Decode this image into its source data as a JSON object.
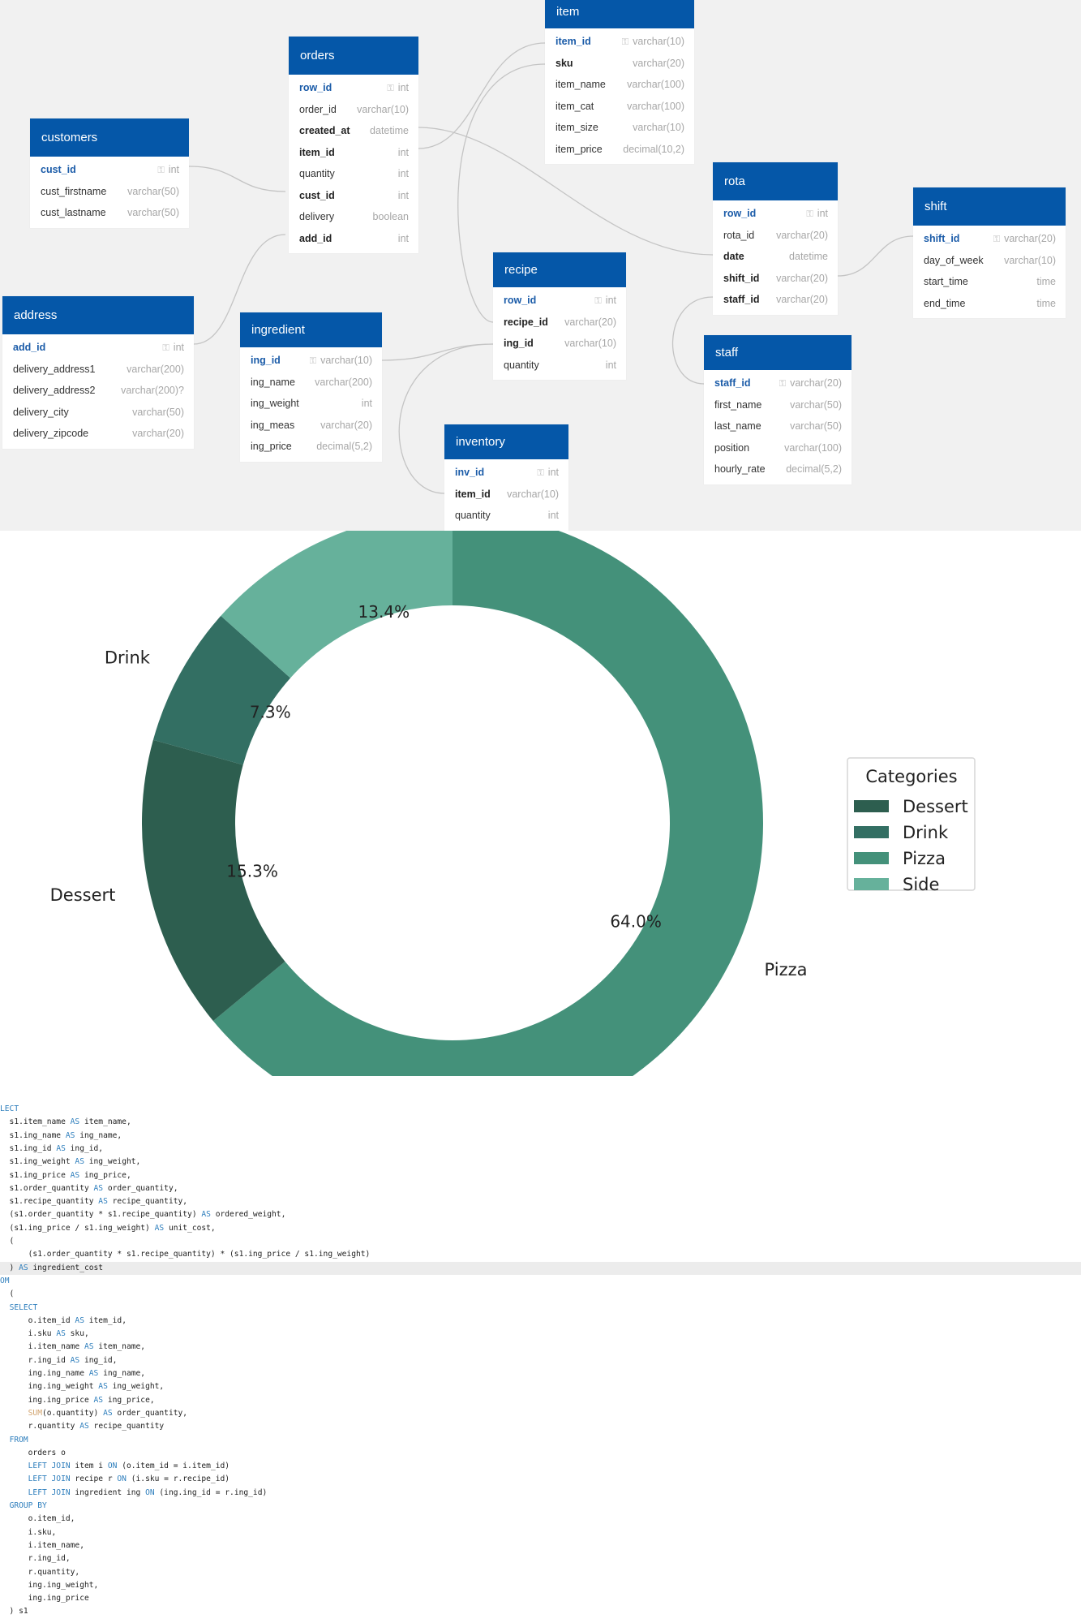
{
  "schema": {
    "tables": [
      {
        "name": "customers",
        "columns": [
          {
            "name": "cust_id",
            "type": "int",
            "key": true
          },
          {
            "name": "cust_firstname",
            "type": "varchar(50)"
          },
          {
            "name": "cust_lastname",
            "type": "varchar(50)"
          }
        ]
      },
      {
        "name": "orders",
        "columns": [
          {
            "name": "row_id",
            "type": "int",
            "key": true
          },
          {
            "name": "order_id",
            "type": "varchar(10)"
          },
          {
            "name": "created_at",
            "type": "datetime",
            "bold": true
          },
          {
            "name": "item_id",
            "type": "int",
            "bold": true
          },
          {
            "name": "quantity",
            "type": "int"
          },
          {
            "name": "cust_id",
            "type": "int",
            "bold": true
          },
          {
            "name": "delivery",
            "type": "boolean"
          },
          {
            "name": "add_id",
            "type": "int",
            "bold": true
          }
        ]
      },
      {
        "name": "item",
        "columns": [
          {
            "name": "item_id",
            "type": "varchar(10)",
            "key": true
          },
          {
            "name": "sku",
            "type": "varchar(20)",
            "bold": true
          },
          {
            "name": "item_name",
            "type": "varchar(100)"
          },
          {
            "name": "item_cat",
            "type": "varchar(100)"
          },
          {
            "name": "item_size",
            "type": "varchar(10)"
          },
          {
            "name": "item_price",
            "type": "decimal(10,2)"
          }
        ]
      },
      {
        "name": "rota",
        "columns": [
          {
            "name": "row_id",
            "type": "int",
            "key": true
          },
          {
            "name": "rota_id",
            "type": "varchar(20)"
          },
          {
            "name": "date",
            "type": "datetime",
            "bold": true
          },
          {
            "name": "shift_id",
            "type": "varchar(20)",
            "bold": true
          },
          {
            "name": "staff_id",
            "type": "varchar(20)",
            "bold": true
          }
        ]
      },
      {
        "name": "shift",
        "columns": [
          {
            "name": "shift_id",
            "type": "varchar(20)",
            "key": true
          },
          {
            "name": "day_of_week",
            "type": "varchar(10)"
          },
          {
            "name": "start_time",
            "type": "time"
          },
          {
            "name": "end_time",
            "type": "time"
          }
        ]
      },
      {
        "name": "address",
        "columns": [
          {
            "name": "add_id",
            "type": "int",
            "key": true
          },
          {
            "name": "delivery_address1",
            "type": "varchar(200)"
          },
          {
            "name": "delivery_address2",
            "type": "varchar(200)?"
          },
          {
            "name": "delivery_city",
            "type": "varchar(50)"
          },
          {
            "name": "delivery_zipcode",
            "type": "varchar(20)"
          }
        ]
      },
      {
        "name": "ingredient",
        "columns": [
          {
            "name": "ing_id",
            "type": "varchar(10)",
            "key": true
          },
          {
            "name": "ing_name",
            "type": "varchar(200)"
          },
          {
            "name": "ing_weight",
            "type": "int"
          },
          {
            "name": "ing_meas",
            "type": "varchar(20)"
          },
          {
            "name": "ing_price",
            "type": "decimal(5,2)"
          }
        ]
      },
      {
        "name": "recipe",
        "columns": [
          {
            "name": "row_id",
            "type": "int",
            "key": true
          },
          {
            "name": "recipe_id",
            "type": "varchar(20)",
            "bold": true
          },
          {
            "name": "ing_id",
            "type": "varchar(10)",
            "bold": true
          },
          {
            "name": "quantity",
            "type": "int"
          }
        ]
      },
      {
        "name": "staff",
        "columns": [
          {
            "name": "staff_id",
            "type": "varchar(20)",
            "key": true
          },
          {
            "name": "first_name",
            "type": "varchar(50)"
          },
          {
            "name": "last_name",
            "type": "varchar(50)"
          },
          {
            "name": "position",
            "type": "varchar(100)"
          },
          {
            "name": "hourly_rate",
            "type": "decimal(5,2)"
          }
        ]
      },
      {
        "name": "inventory",
        "columns": [
          {
            "name": "inv_id",
            "type": "int",
            "key": true
          },
          {
            "name": "item_id",
            "type": "varchar(10)",
            "bold": true
          },
          {
            "name": "quantity",
            "type": "int"
          }
        ]
      }
    ]
  },
  "chart_data": {
    "type": "pie",
    "donut": true,
    "categories": [
      "Dessert",
      "Drink",
      "Pizza",
      "Side"
    ],
    "values": [
      15.3,
      7.3,
      64.0,
      13.4
    ],
    "value_labels": [
      "15.3%",
      "7.3%",
      "64.0%",
      "13.4%"
    ],
    "outer_labels": [
      "Dessert",
      "Drink",
      "Pizza",
      ""
    ],
    "colors": [
      "#2d5e4f",
      "#336f63",
      "#44917a",
      "#66b19b"
    ],
    "legend_title": "Categories",
    "legend_position": "right"
  },
  "code": {
    "lines": [
      "LECT",
      "  s1.item_name AS item_name,",
      "  s1.ing_name AS ing_name,",
      "  s1.ing_id AS ing_id,",
      "  s1.ing_weight AS ing_weight,",
      "  s1.ing_price AS ing_price,",
      "  s1.order_quantity AS order_quantity,",
      "  s1.recipe_quantity AS recipe_quantity,",
      "  (s1.order_quantity * s1.recipe_quantity) AS ordered_weight,",
      "  (s1.ing_price / s1.ing_weight) AS unit_cost,",
      "  (",
      "      (s1.order_quantity * s1.recipe_quantity) * (s1.ing_price / s1.ing_weight)",
      "  ) AS ingredient_cost",
      "OM",
      "  (",
      "  SELECT",
      "      o.item_id AS item_id,",
      "      i.sku AS sku,",
      "      i.item_name AS item_name,",
      "      r.ing_id AS ing_id,",
      "      ing.ing_name AS ing_name,",
      "      ing.ing_weight AS ing_weight,",
      "      ing.ing_price AS ing_price,",
      "      SUM(o.quantity) AS order_quantity,",
      "      r.quantity AS recipe_quantity",
      "  FROM",
      "      orders o",
      "      LEFT JOIN item i ON (o.item_id = i.item_id)",
      "      LEFT JOIN recipe r ON (i.sku = r.recipe_id)",
      "      LEFT JOIN ingredient ing ON (ing.ing_id = r.ing_id)",
      "  GROUP BY",
      "      o.item_id,",
      "      i.sku,",
      "      i.item_name,",
      "      r.ing_id,",
      "      r.quantity,",
      "      ing.ing_weight,",
      "      ing.ing_price",
      "  ) s1"
    ]
  }
}
